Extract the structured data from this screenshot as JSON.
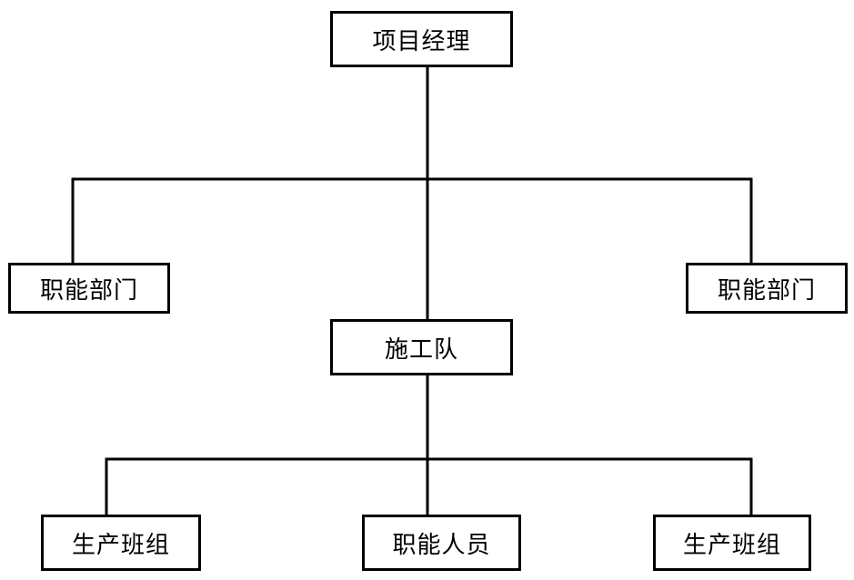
{
  "org_chart": {
    "top": "项目经理",
    "departments": {
      "left": "职能部门",
      "right": "职能部门"
    },
    "construction_team": "施工队",
    "groups": {
      "left": "生产班组",
      "middle": "职能人员",
      "right": "生产班组"
    }
  }
}
